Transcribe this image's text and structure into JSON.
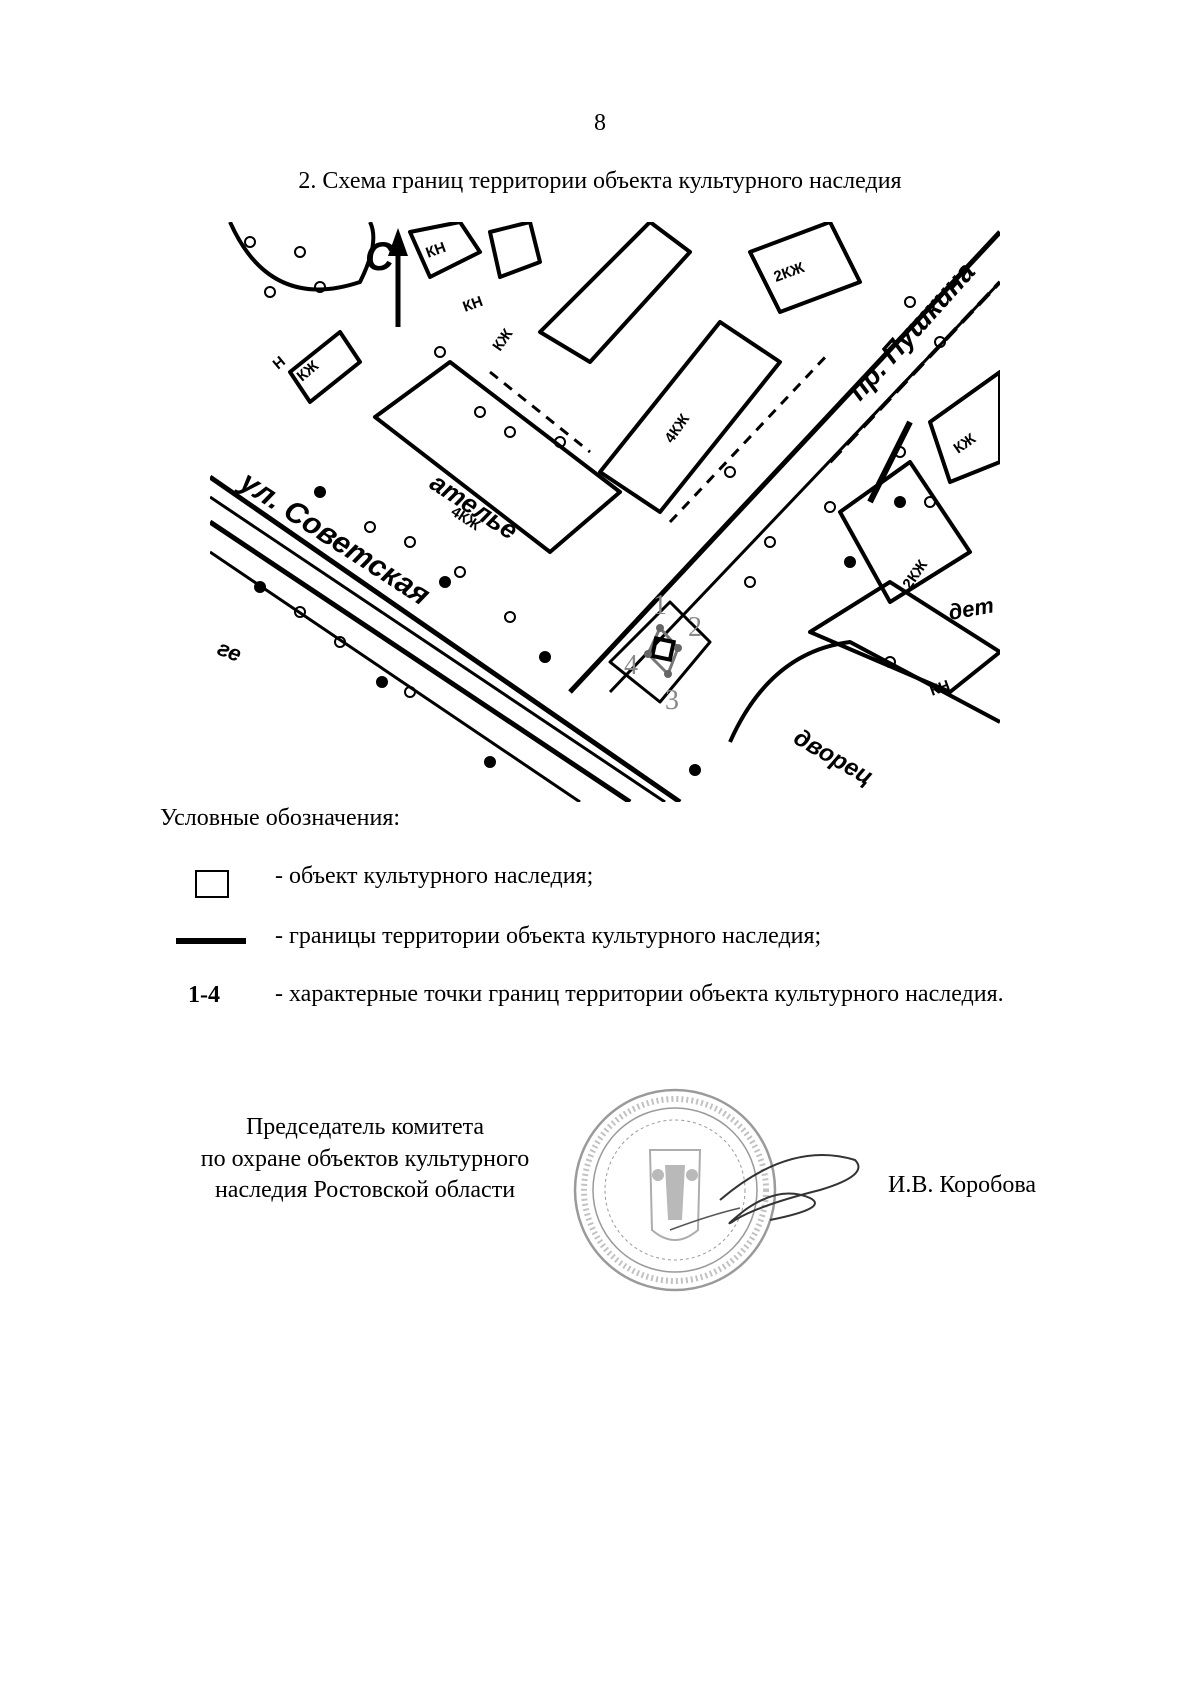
{
  "page_number": "8",
  "heading": "2. Схема границ территории объекта культурного наследия",
  "map": {
    "north_letter": "С",
    "streets": {
      "sovetskaya": "ул. Советская",
      "pushkina": "пр. Пушкина"
    },
    "labels": {
      "atelier": "ателье",
      "atelier_floors": "4КЖ",
      "dvorets": "дворец",
      "det": "дет",
      "ge": "ге"
    },
    "building_tags": [
      "КН",
      "КН",
      "КЖ",
      "Н",
      "КЖ",
      "4КЖ",
      "2КЖ",
      "2КЖ",
      "КЖ",
      "КН"
    ],
    "boundary_points": [
      "1",
      "2",
      "3",
      "4"
    ]
  },
  "legend": {
    "title": "Условные обозначения:",
    "items": [
      {
        "symbol": "square",
        "text": "- объект культурного наследия;"
      },
      {
        "symbol": "line",
        "text": "- границы территории объекта культурного наследия;"
      },
      {
        "symbol": "range",
        "symbol_text": "1-4",
        "text": "- характерные точки границ территории объекта культурного наследия."
      }
    ]
  },
  "signature": {
    "title_lines": [
      "Председатель комитета",
      "по охране объектов культурного",
      "наследия Ростовской области"
    ],
    "name": "И.В. Коробова"
  }
}
